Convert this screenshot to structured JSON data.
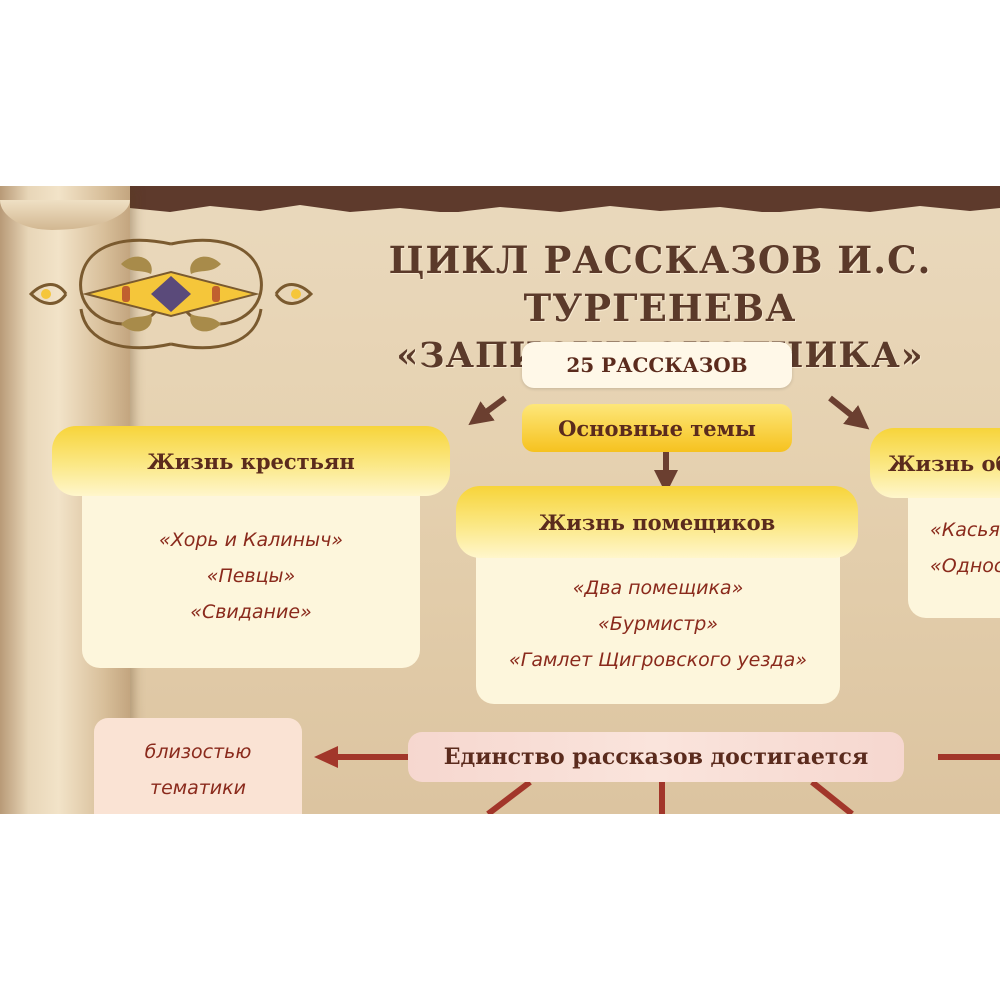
{
  "title": {
    "line1": "ЦИКЛ РАССКАЗОВ И.С. ТУРГЕНЕВА",
    "line2": "«ЗАПИСКИ ОХОТНИКА»"
  },
  "count_label": "25 РАССКАЗОВ",
  "themes_label": "Основные темы",
  "topics": [
    {
      "heading": "Жизнь крестьян",
      "stories": [
        "«Хорь и Калиныч»",
        "«Певцы»",
        "«Свидание»"
      ]
    },
    {
      "heading": "Жизнь помещиков",
      "stories": [
        "«Два помещика»",
        "«Бурмистр»",
        "«Гамлет Щигровского уезда»"
      ]
    },
    {
      "heading": "Жизнь об",
      "stories": [
        "«Касья",
        "«Однос"
      ]
    }
  ],
  "unity_label": "Единство рассказов достигается",
  "unity_items": [
    {
      "lines": [
        "близостью",
        "тематики"
      ]
    }
  ],
  "colors": {
    "heading_text": "#5b2b1d",
    "story_text": "#8a2a1c",
    "arrow_dark": "#6b3f30",
    "arrow_red": "#a2362a",
    "accent_yellow": "#f6c21f",
    "band": "#5e3a2c"
  }
}
